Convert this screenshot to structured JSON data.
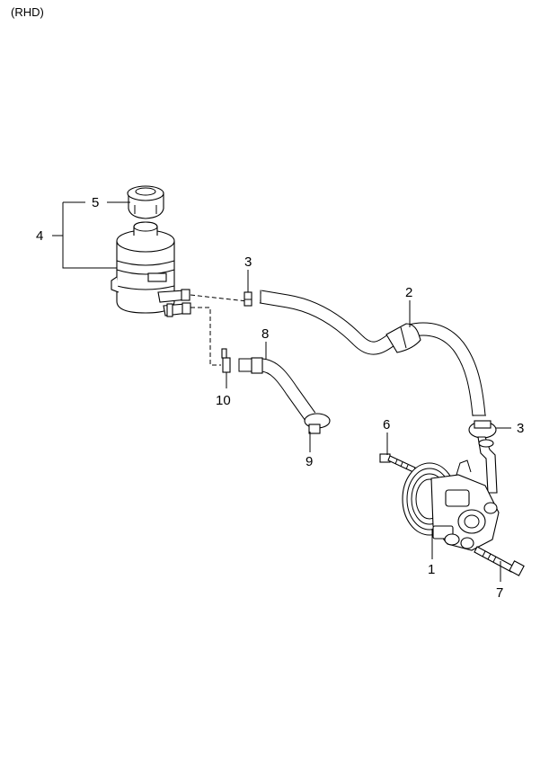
{
  "diagram": {
    "variant_label": "(RHD)",
    "callouts": {
      "pump": "1",
      "return_hose": "2",
      "clamp_upper": "3",
      "clamp_right": "3",
      "reservoir": "4",
      "reservoir_cap": "5",
      "pump_bolt": "6",
      "long_bolt": "7",
      "suction_hose": "8",
      "hose_clamp": "9",
      "small_clamp": "10"
    }
  }
}
